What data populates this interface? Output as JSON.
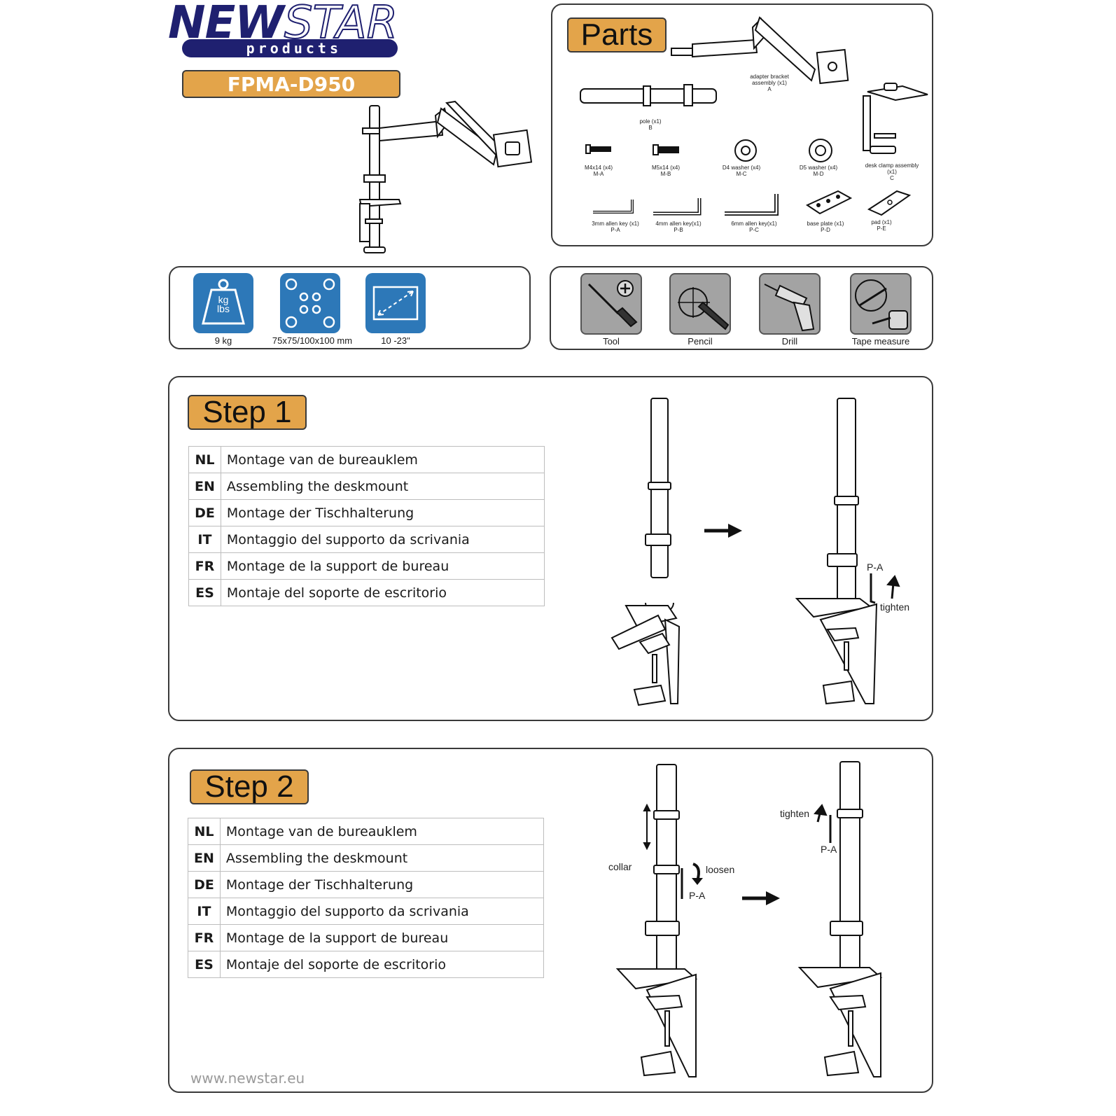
{
  "brand": {
    "logo_word_1": "NEW",
    "logo_word_2": "STAR",
    "logo_sub": "products"
  },
  "model": "FPMA-D950",
  "parts": {
    "heading": "Parts",
    "items": [
      {
        "name": "adapter bracket assembly (x1)",
        "code": "A"
      },
      {
        "name": "pole (x1)",
        "code": "B"
      },
      {
        "name": "M4x14 (x4)",
        "code": "M-A"
      },
      {
        "name": "M5x14 (x4)",
        "code": "M-B"
      },
      {
        "name": "D4 washer (x4)",
        "code": "M-C"
      },
      {
        "name": "D5 washer (x4)",
        "code": "M-D"
      },
      {
        "name": "desk clamp assembly (x1)",
        "code": "C"
      },
      {
        "name": "3mm allen key (x1)",
        "code": "P-A"
      },
      {
        "name": "4mm allen key(x1)",
        "code": "P-B"
      },
      {
        "name": "6mm allen key(x1)",
        "code": "P-C"
      },
      {
        "name": "base plate (x1)",
        "code": "P-D"
      },
      {
        "name": "pad (x1)",
        "code": "P-E"
      }
    ]
  },
  "specs": [
    {
      "icon": "weight-icon",
      "icon_text_1": "kg",
      "icon_text_2": "lbs",
      "label": "9 kg"
    },
    {
      "icon": "vesa-icon",
      "label": "75x75/100x100 mm"
    },
    {
      "icon": "screen-size-icon",
      "label": "10 -23\""
    }
  ],
  "tools": [
    {
      "icon": "screwdriver-icon",
      "label": "Tool"
    },
    {
      "icon": "pencil-icon",
      "label": "Pencil"
    },
    {
      "icon": "drill-icon",
      "label": "Drill"
    },
    {
      "icon": "tape-measure-icon",
      "label": "Tape measure"
    }
  ],
  "steps": [
    {
      "heading": "Step 1",
      "rows": [
        {
          "code": "NL",
          "text": "Montage van de bureauklem"
        },
        {
          "code": "EN",
          "text": "Assembling the deskmount"
        },
        {
          "code": "DE",
          "text": "Montage der Tischhalterung"
        },
        {
          "code": "IT",
          "text": "Montaggio del supporto da scrivania"
        },
        {
          "code": "FR",
          "text": "Montage de la support de bureau"
        },
        {
          "code": "ES",
          "text": "Montaje del soporte de escritorio"
        }
      ],
      "labels": {
        "key": "P-A",
        "action": "tighten"
      }
    },
    {
      "heading": "Step 2",
      "rows": [
        {
          "code": "NL",
          "text": "Montage van de bureauklem"
        },
        {
          "code": "EN",
          "text": "Assembling the deskmount"
        },
        {
          "code": "DE",
          "text": "Montage der Tischhalterung"
        },
        {
          "code": "IT",
          "text": "Montaggio del supporto da scrivania"
        },
        {
          "code": "FR",
          "text": "Montage de la support de bureau"
        },
        {
          "code": "ES",
          "text": "Montaje del soporte de escritorio"
        }
      ],
      "labels": {
        "collar": "collar",
        "loosen": "loosen",
        "key_1": "P-A",
        "tighten": "tighten",
        "key_2": "P-A"
      }
    }
  ],
  "footer": "www.newstar.eu",
  "colors": {
    "brand_blue": "#1f2070",
    "accent_orange": "#e3a44a",
    "icon_blue": "#2d78b8",
    "tool_grey": "#a3a3a3"
  }
}
